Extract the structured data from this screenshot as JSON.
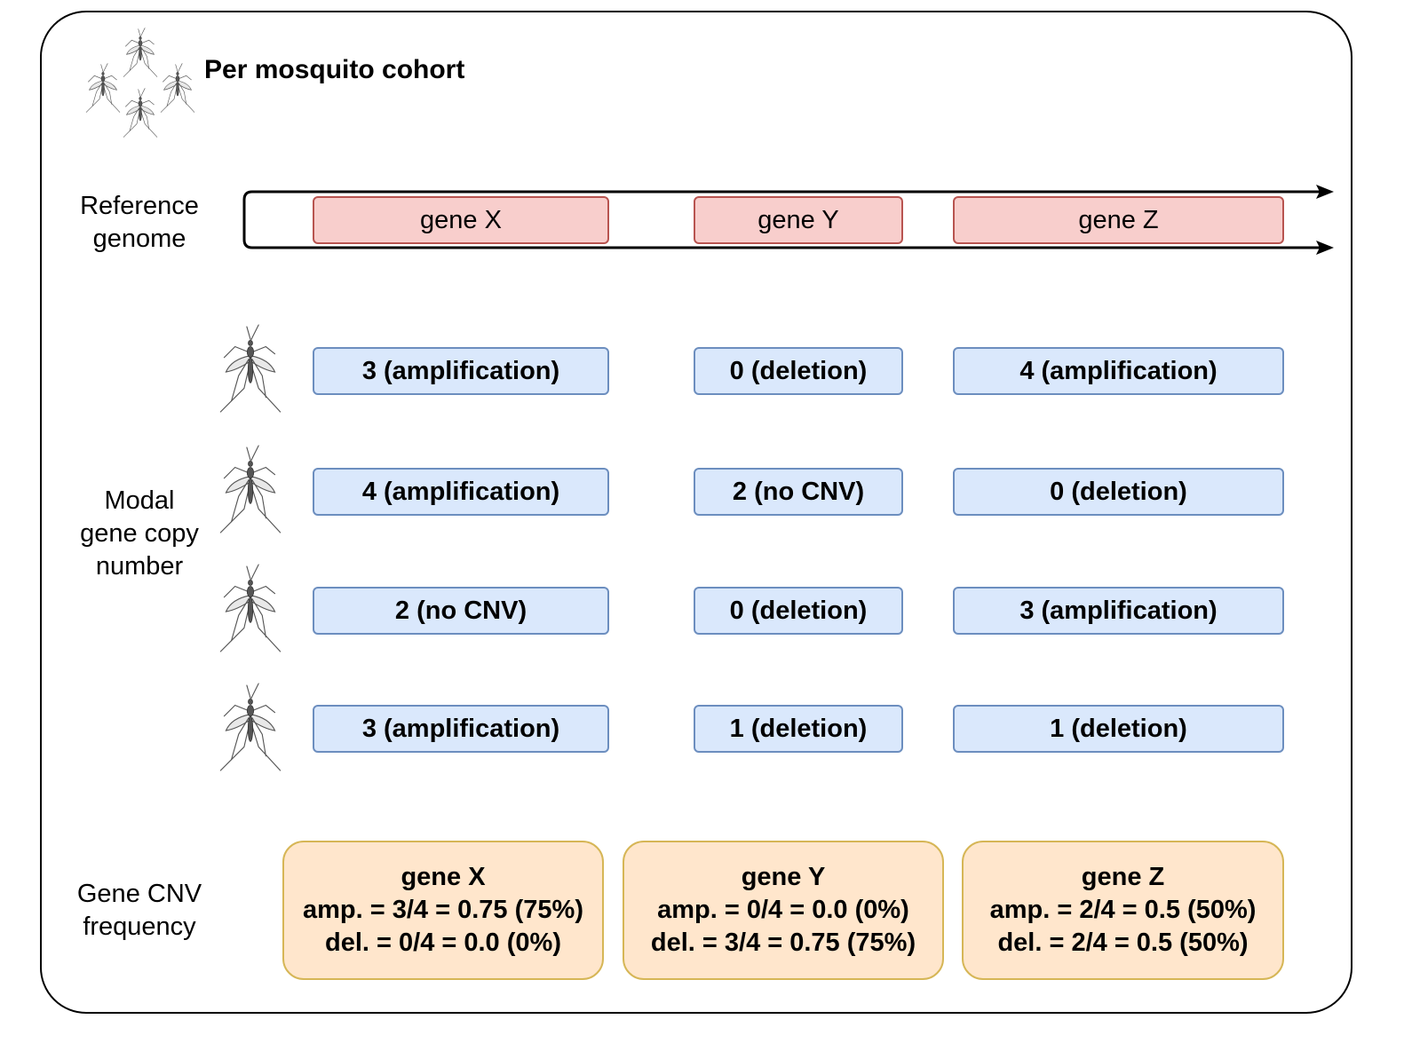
{
  "title": "Per mosquito cohort",
  "labels": {
    "reference": [
      "Reference",
      "genome"
    ],
    "modal": [
      "Modal",
      "gene copy",
      "number"
    ],
    "frequency": [
      "Gene CNV",
      "frequency"
    ]
  },
  "genes": [
    "gene X",
    "gene Y",
    "gene Z"
  ],
  "copy_numbers": [
    [
      "3 (amplification)",
      "0 (deletion)",
      "4 (amplification)"
    ],
    [
      "4 (amplification)",
      "2 (no CNV)",
      "0 (deletion)"
    ],
    [
      "2 (no CNV)",
      "0 (deletion)",
      "3 (amplification)"
    ],
    [
      "3 (amplification)",
      "1 (deletion)",
      "1 (deletion)"
    ]
  ],
  "frequencies": [
    {
      "gene": "gene X",
      "amp": "amp. = 3/4 = 0.75 (75%)",
      "del": "del. = 0/4 = 0.0 (0%)"
    },
    {
      "gene": "gene Y",
      "amp": "amp. = 0/4 = 0.0 (0%)",
      "del": "del. = 3/4 = 0.75 (75%)"
    },
    {
      "gene": "gene Z",
      "amp": "amp. = 2/4 = 0.5 (50%)",
      "del": "del. = 2/4 = 0.5 (50%)"
    }
  ],
  "colors": {
    "gene_fill": "#f8cecc",
    "gene_stroke": "#b85450",
    "cn_fill": "#dae8fc",
    "cn_stroke": "#6c8ebf",
    "freq_fill": "#ffe6cc",
    "freq_stroke": "#d6b656"
  },
  "icons": {
    "cohort": "mosquito-group-icon",
    "individual": "mosquito-icon"
  }
}
